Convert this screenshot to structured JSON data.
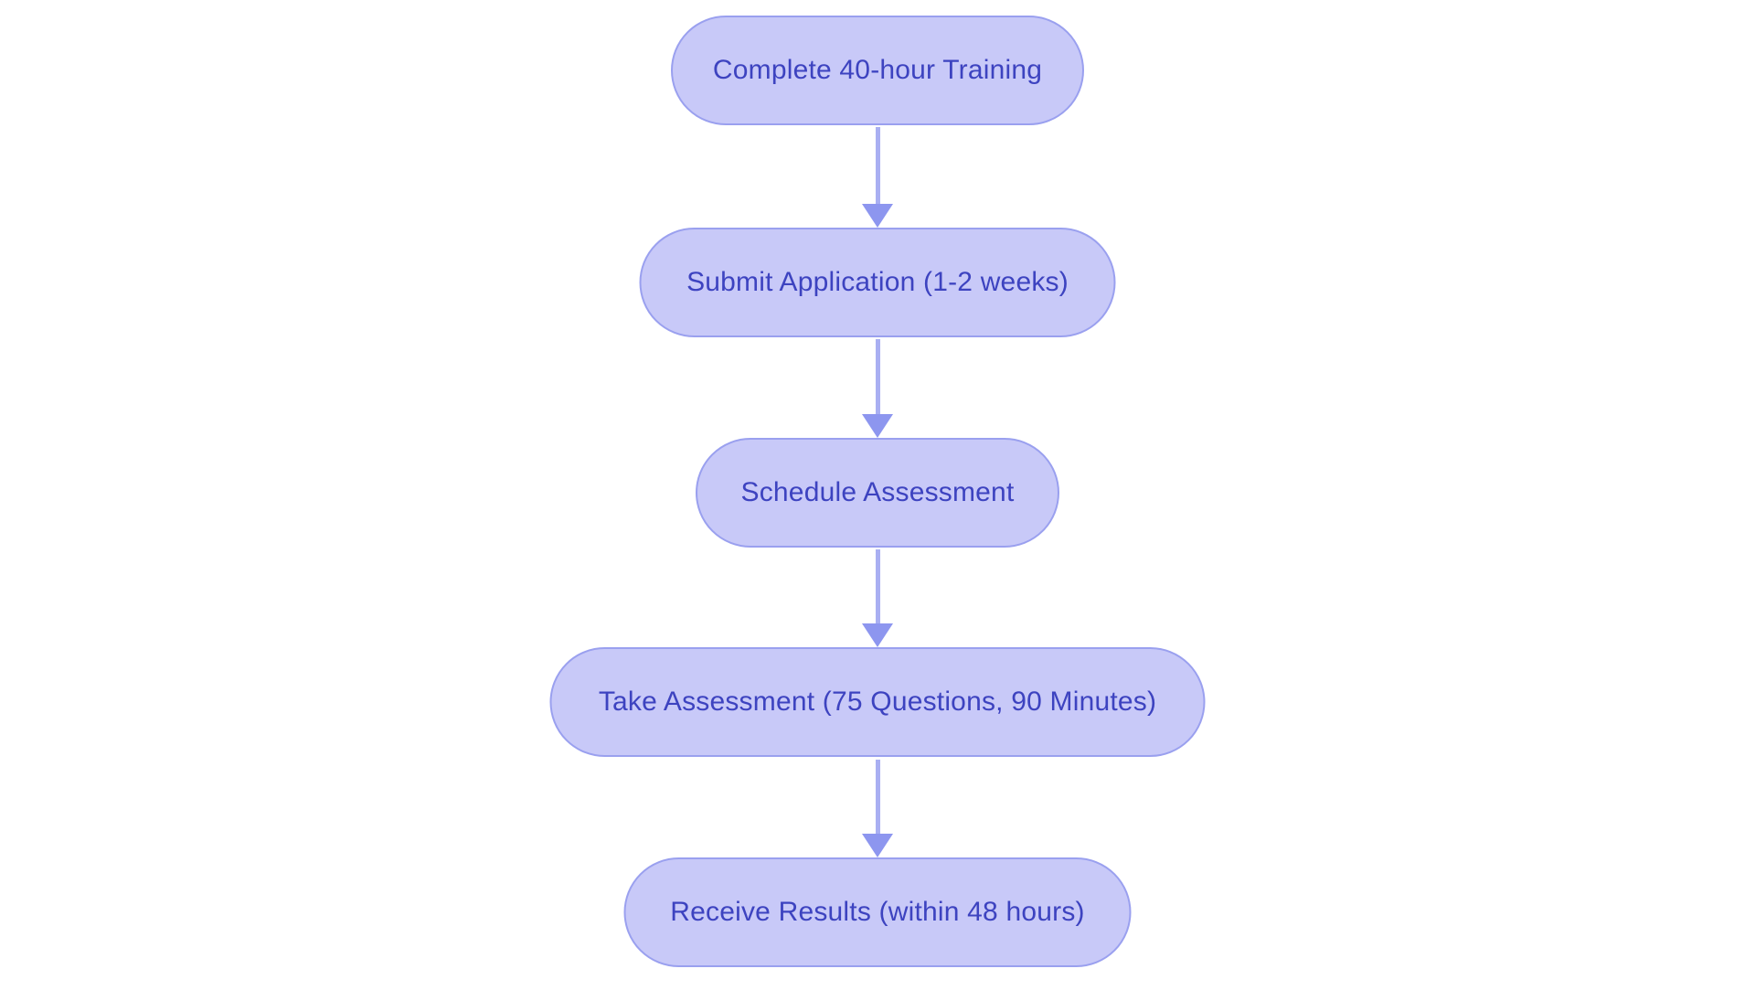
{
  "diagram": {
    "type": "flowchart",
    "direction": "top-down",
    "background_color": "#ffffff",
    "node_fill_color": "#c8c9f8",
    "node_border_color": "#9aa0ef",
    "node_text_color": "#3d43c0",
    "arrow_line_color": "#a9aff2",
    "arrow_head_color": "#8d96ef",
    "nodes": [
      {
        "id": "step-1",
        "label": "Complete 40-hour Training"
      },
      {
        "id": "step-2",
        "label": "Submit Application (1-2 weeks)"
      },
      {
        "id": "step-3",
        "label": "Schedule Assessment"
      },
      {
        "id": "step-4",
        "label": "Take Assessment (75 Questions, 90 Minutes)"
      },
      {
        "id": "step-5",
        "label": "Receive Results (within 48 hours)"
      }
    ],
    "edges": [
      {
        "from": "step-1",
        "to": "step-2"
      },
      {
        "from": "step-2",
        "to": "step-3"
      },
      {
        "from": "step-3",
        "to": "step-4"
      },
      {
        "from": "step-4",
        "to": "step-5"
      }
    ]
  }
}
